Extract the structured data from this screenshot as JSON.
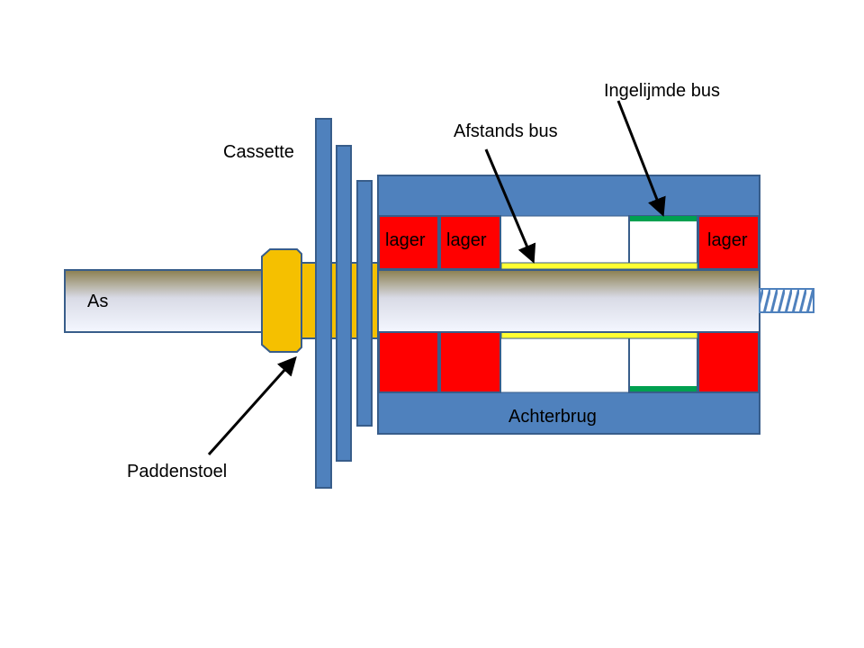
{
  "labels": {
    "as": "As",
    "cassette": "Cassette",
    "paddenstoel": "Paddenstoel",
    "afstands_bus": "Afstands bus",
    "ingelijmde_bus": "Ingelijmde bus",
    "achterbrug": "Achterbrug",
    "lager_1": "lager",
    "lager_2": "lager",
    "lager_3": "lager"
  },
  "colors": {
    "housing": "#4f81bd",
    "housing_stroke": "#385d8a",
    "bearing": "#ff0000",
    "axle_dark": "#8b7f4f",
    "axle_light": "#f0f4ff",
    "paddenstoel": "#f5c000",
    "spacer": "#ffff33",
    "glued_bush": "#00a050",
    "arrow": "#000000"
  }
}
